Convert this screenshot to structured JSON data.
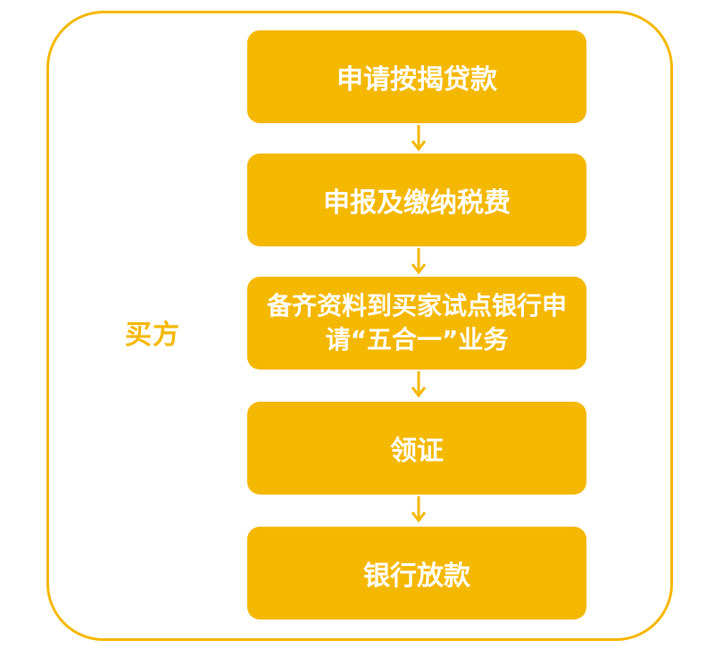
{
  "actor": "买方",
  "steps": [
    {
      "label": "申请按揭贷款"
    },
    {
      "label": "申报及缴纳税费"
    },
    {
      "label": "备齐资料到买家试点银行申请“五合一”业务"
    },
    {
      "label": "领证"
    },
    {
      "label": "银行放款"
    }
  ],
  "colors": {
    "accent": "#F5B800",
    "text": "#FFFFFF"
  }
}
